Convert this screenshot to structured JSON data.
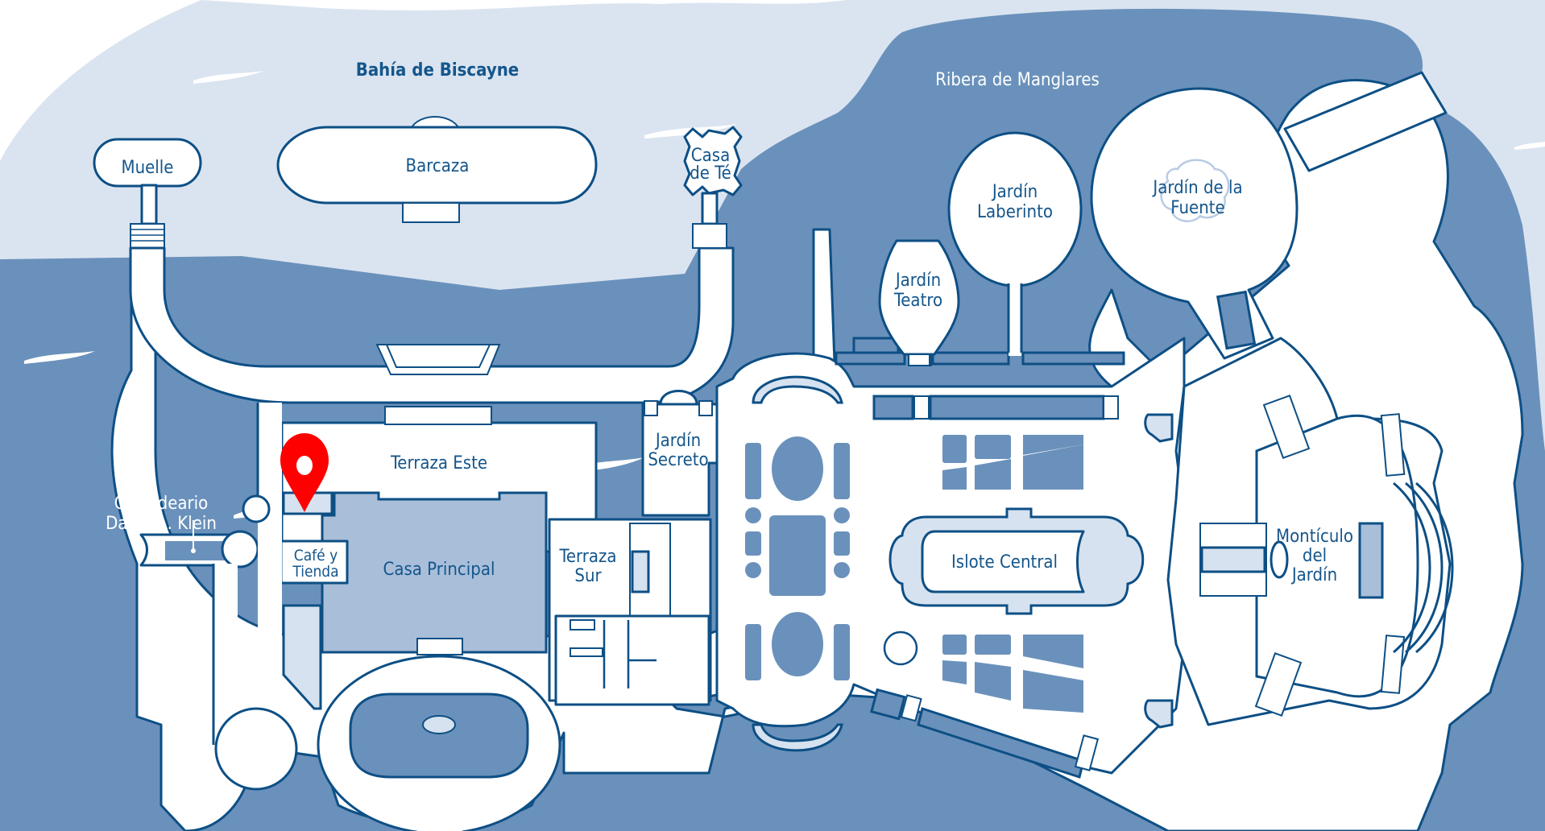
{
  "map": {
    "title": "Vizcaya site map",
    "colors": {
      "bay_water": "#dae4f0",
      "mangrove_water": "#6a91bb",
      "ground": "#ffffff",
      "outline": "#0d4f85",
      "building": "#a9bed9",
      "label_text": "#14568c",
      "pin": "#ff0000"
    },
    "water_labels": {
      "bay": "Bahía de Biscayne",
      "mangroves": "Ribera de Manglares"
    },
    "locations": {
      "muelle": "Muelle",
      "barcaza": "Barcaza",
      "casa_te_1": "Casa",
      "casa_te_2": "de Té",
      "laberinto_1": "Jardín",
      "laberinto_2": "Laberinto",
      "fuente_1": "Jardín de la",
      "fuente_2": "Fuente",
      "teatro_1": "Jardín",
      "teatro_2": "Teatro",
      "secreto_1": "Jardín",
      "secreto_2": "Secreto",
      "terraza_este": "Terraza Este",
      "orquideario_1": "Orquideario",
      "orquideario_2": "David A. Klein",
      "cafe_1": "Café y",
      "cafe_2": "Tienda",
      "casa_principal": "Casa Principal",
      "terraza_sur_1": "Terraza",
      "terraza_sur_2": "Sur",
      "islote": "Islote Central",
      "monticulo_1": "Montículo",
      "monticulo_2": "del",
      "monticulo_3": "Jardín"
    },
    "marker": {
      "icon": "location-pin-icon",
      "at": "Café y Tienda / Terraza Este entrance"
    }
  }
}
